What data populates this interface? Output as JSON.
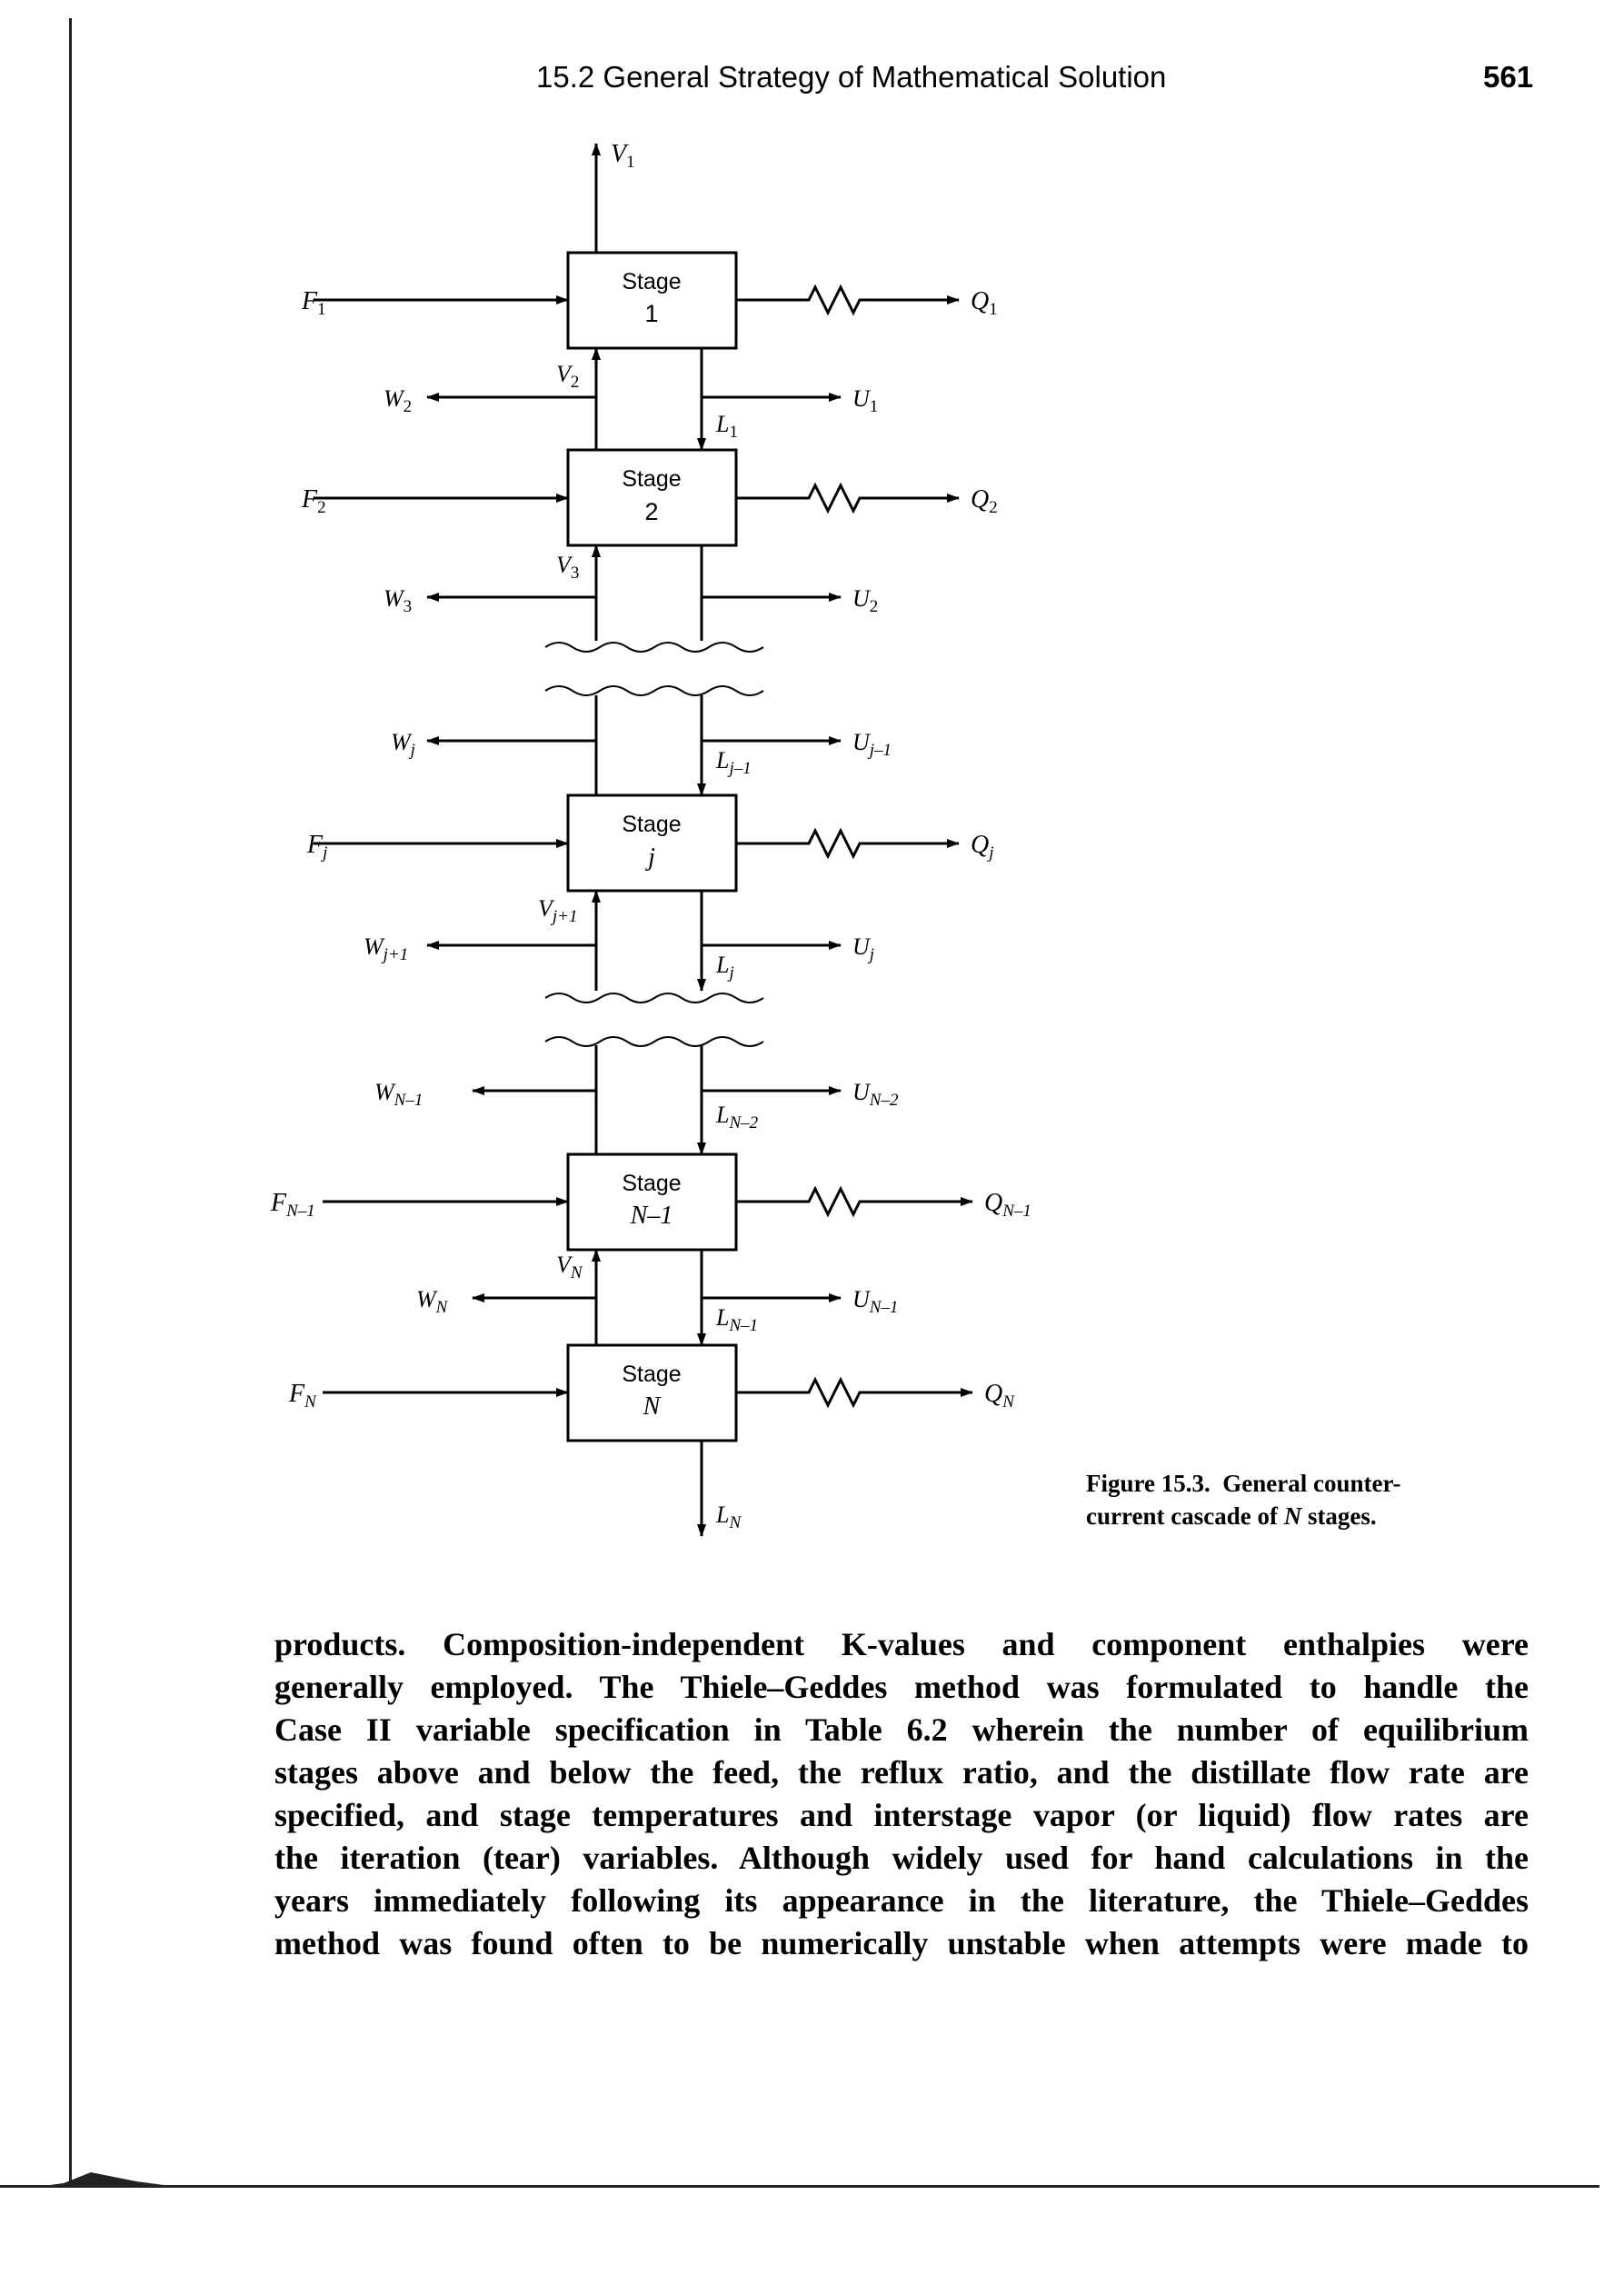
{
  "header": {
    "title": "15.2 General Strategy of Mathematical Solution",
    "page_number": "561"
  },
  "figure": {
    "top_label": "V",
    "stages": [
      {
        "word": "Stage",
        "id": "1",
        "feed": "F",
        "feed_sub": "1",
        "heat": "Q",
        "heat_sub": "1"
      },
      {
        "word": "Stage",
        "id": "2",
        "feed": "F",
        "feed_sub": "2",
        "heat": "Q",
        "heat_sub": "2"
      },
      {
        "word": "Stage",
        "id": "j",
        "feed": "F",
        "feed_sub": "j",
        "heat": "Q",
        "heat_sub": "j"
      },
      {
        "word": "Stage",
        "id": "N–1",
        "feed": "F",
        "feed_sub": "N–1",
        "heat": "Q",
        "heat_sub": "N–1"
      },
      {
        "word": "Stage",
        "id": "N",
        "feed": "F",
        "feed_sub": "N",
        "heat": "Q",
        "heat_sub": "N"
      }
    ],
    "streams": {
      "V1_sub": "1",
      "V2": "V",
      "V2_sub": "2",
      "V3": "V",
      "V3_sub": "3",
      "Vj1": "V",
      "Vj1_sub": "j+1",
      "VN": "V",
      "VN_sub": "N",
      "W2": "W",
      "W2_sub": "2",
      "W3": "W",
      "W3_sub": "3",
      "Wj": "W",
      "Wj_sub": "j",
      "Wj1": "W",
      "Wj1_sub": "j+1",
      "WN1": "W",
      "WN1_sub": "N–1",
      "WN": "W",
      "WN_sub": "N",
      "U1": "U",
      "U1_sub": "1",
      "U2": "U",
      "U2_sub": "2",
      "Uj1": "U",
      "Uj1_sub": "j–1",
      "Uj": "U",
      "Uj_sub": "j",
      "UN2": "U",
      "UN2_sub": "N–2",
      "UN1": "U",
      "UN1_sub": "N–1",
      "L1": "L",
      "L1_sub": "1",
      "Lj1": "L",
      "Lj1_sub": "j–1",
      "Lj": "L",
      "Lj_sub": "j",
      "LN2": "L",
      "LN2_sub": "N–2",
      "LN1": "L",
      "LN1_sub": "N–1",
      "LN": "L",
      "LN_sub": "N"
    },
    "caption": {
      "label": "Figure 15.3.",
      "text_a": "General counter-",
      "text_b": "current cascade of ",
      "text_n": "N",
      "text_c": " stages."
    }
  },
  "body": {
    "lines": [
      "products. Composition-independent K-values and component enthalpies were",
      "generally employed. The Thiele–Geddes method was formulated to handle the",
      "Case II variable specification in Table 6.2 wherein the number of equilibrium",
      "stages above and below the feed, the reflux ratio, and the distillate flow rate are",
      "specified, and stage temperatures and interstage vapor (or liquid) flow rates are",
      "the iteration (tear) variables. Although widely used for hand calculations in the",
      "years immediately following its appearance in the literature, the Thiele–Geddes",
      "method was found often to be numerically unstable when attempts were made to"
    ]
  }
}
